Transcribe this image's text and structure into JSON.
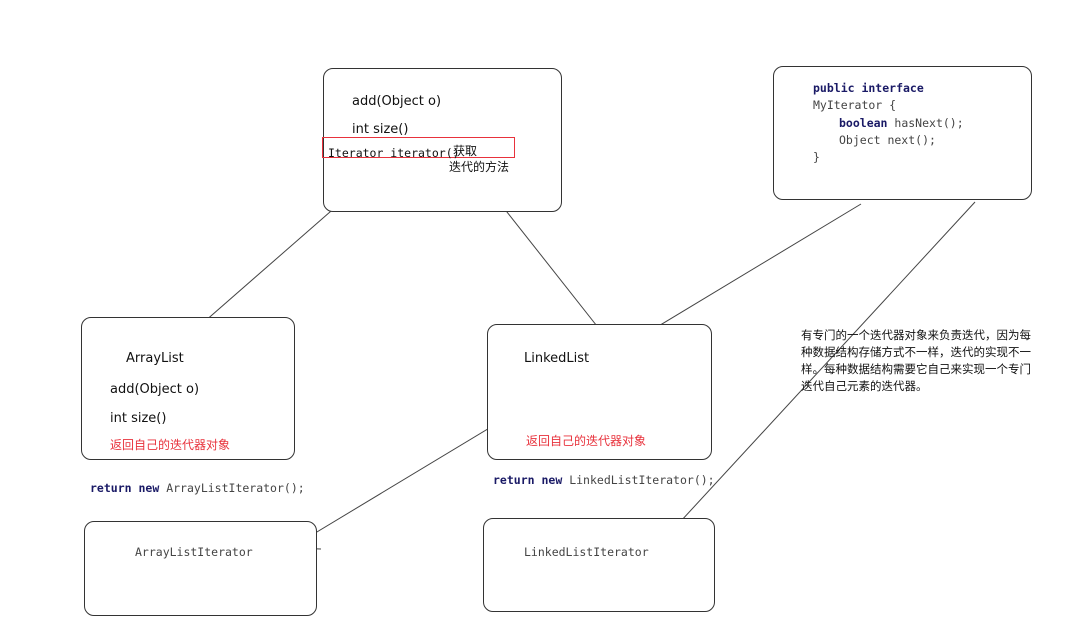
{
  "collection_box": {
    "method_add": "add(Object o)",
    "method_size": "int size()",
    "iterator_method": "Iterator iterator()",
    "iterator_note_1": "获取",
    "iterator_note_2": "迭代的方法"
  },
  "interface_box": {
    "line1_kw": "public interface",
    "line2": "MyIterator {",
    "line3_kw": "boolean",
    "line3_rest": "hasNext();",
    "line4": "Object next();",
    "line5": "}"
  },
  "arraylist_box": {
    "title": "ArrayList",
    "method_add": "add(Object o)",
    "method_size": "int size()",
    "note": "返回自己的迭代器对象"
  },
  "linkedlist_box": {
    "title": "LinkedList",
    "note": "返回自己的迭代器对象"
  },
  "arraylist_return": {
    "kw1": "return",
    "kw2": "new",
    "rest": "ArrayListIterator();"
  },
  "linkedlist_return": {
    "kw1": "return",
    "kw2": "new",
    "rest": "LinkedListIterator();"
  },
  "arraylist_iterator_box": {
    "title": "ArrayListIterator"
  },
  "linkedlist_iterator_box": {
    "title": "LinkedListIterator"
  },
  "explanation_note": "有专门的一个迭代器对象来负责迭代，因为每种数据结构存储方式不一样，迭代的实现不一样。每种数据结构需要它自己来实现一个专门迭代自己元素的迭代器。"
}
